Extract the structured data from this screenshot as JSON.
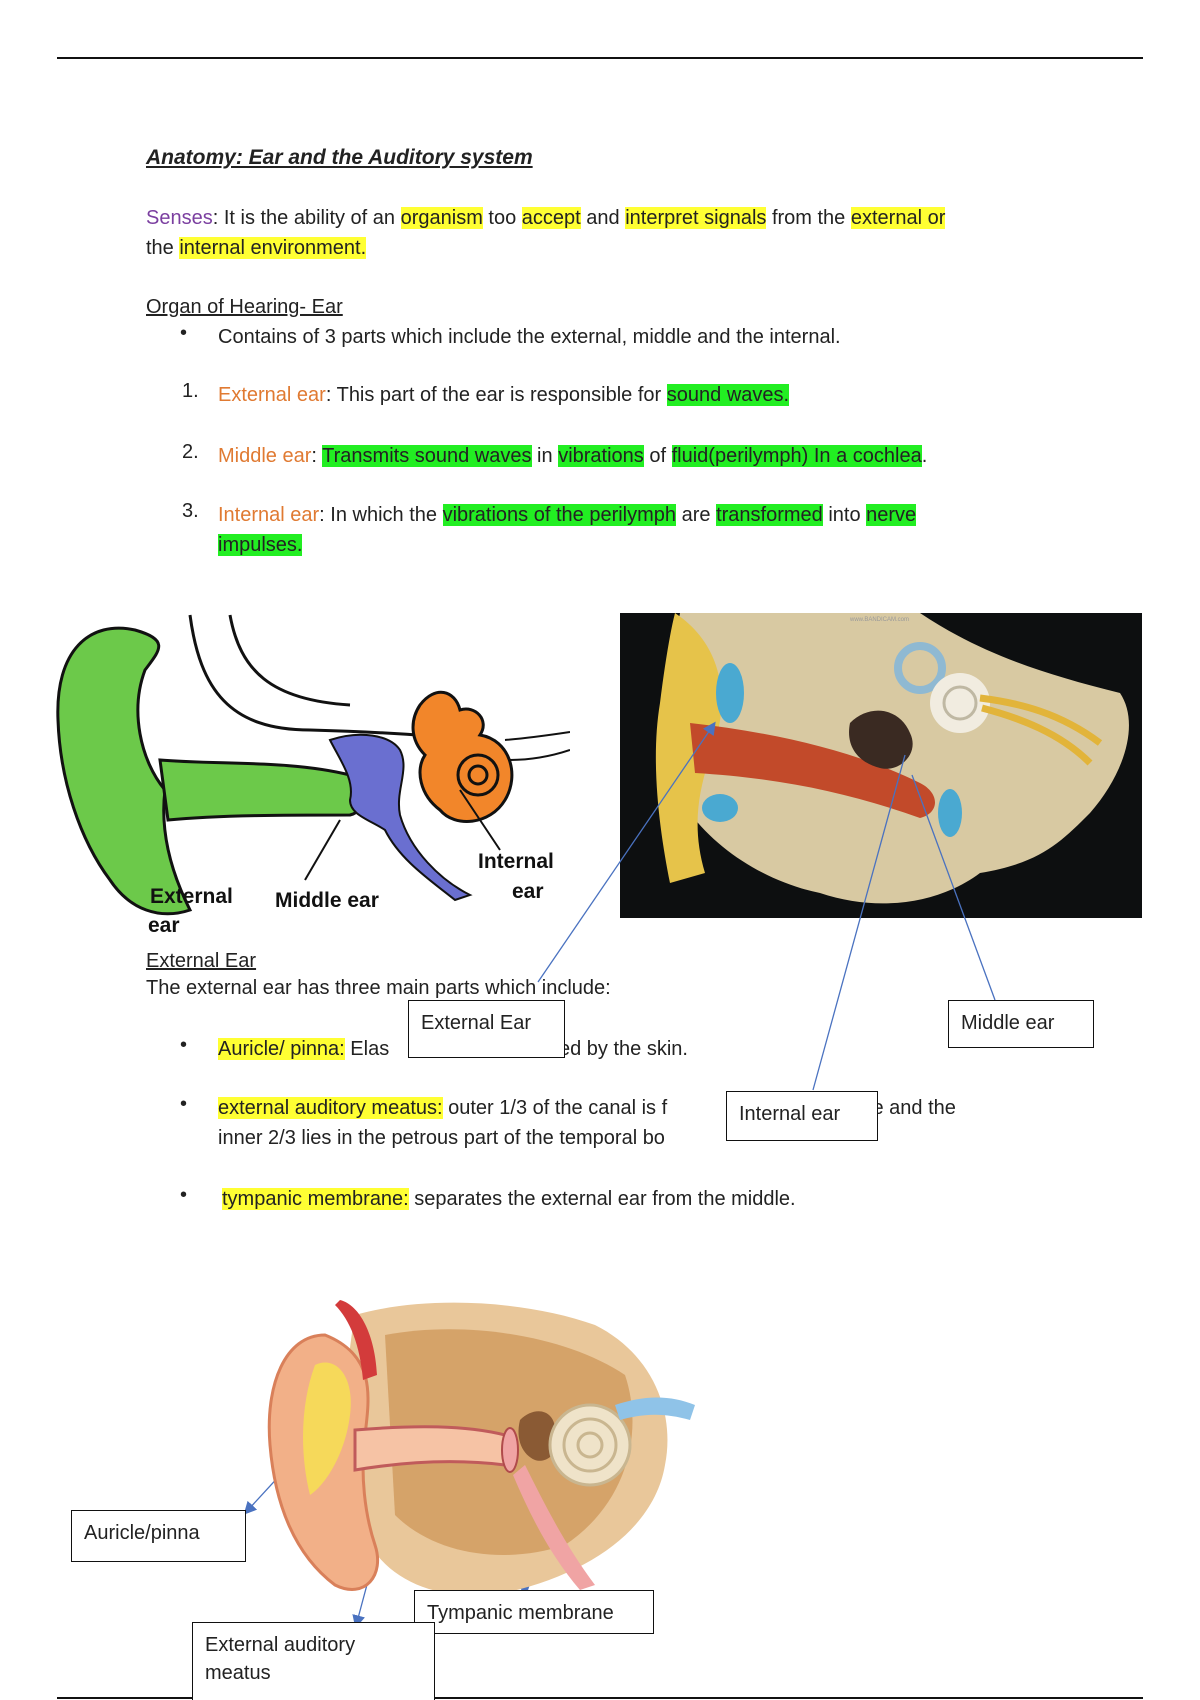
{
  "doc": {
    "title": "Anatomy: Ear and the Auditory system",
    "senses": {
      "term": "Senses",
      "t1": ": It is the ability of an ",
      "h1": "organism",
      "t2": " too ",
      "h2": "accept",
      "t3": " and ",
      "h3": "interpret signals",
      "t4": " from the ",
      "h4": "external or",
      "t5": "the ",
      "h5": "internal environment."
    },
    "organ_heading": "Organ of Hearing- Ear",
    "organ_bullet": "Contains of 3 parts which include the external, middle and the internal.",
    "parts": [
      {
        "num": "1.",
        "term": "External ear",
        "t1": ": This part of the ear is responsible for ",
        "h1": "sound waves."
      },
      {
        "num": "2.",
        "term": "Middle ear",
        "t1": ": ",
        "h1": "Transmits sound waves",
        "t2": " in ",
        "h2": "vibrations",
        "t3": " of ",
        "h3": "fluid(perilymph) In a cochlea",
        "t4": "."
      },
      {
        "num": "3.",
        "term": "Internal ear",
        "t1": ": In which the ",
        "h1": "vibrations of the perilymph",
        "t2": " are ",
        "h2": "transformed",
        "t3": " into ",
        "h3": "nerve",
        "h4": "impulses."
      }
    ],
    "diagram_labels": {
      "external_ear": "External",
      "external_ear_2": "ear",
      "middle_ear": "Middle ear",
      "internal_ear": "Internal",
      "internal_ear_2": "ear"
    },
    "external_heading": "External Ear",
    "external_intro": "The external ear has three main parts which include:",
    "external_bullets": [
      {
        "term": "Auricle/ pinna:",
        "text": " Elas",
        "text_tail": "ered by the skin."
      },
      {
        "term": "external auditory meatus:",
        "text": " outer 1/3 of the canal is f",
        "text_tail": "rtilage and the",
        "line2": "inner 2/3 lies in the petrous part of the temporal bo"
      },
      {
        "term": "tympanic membrane:",
        "text": " separates the external ear from the middle."
      }
    ],
    "callouts": {
      "external_ear": "External Ear",
      "middle_ear": "Middle ear",
      "internal_ear": "Internal ear",
      "auricle": "Auricle/pinna",
      "tympanic": "Tympanic membrane",
      "meatus_1": "External auditory",
      "meatus_2": "meatus"
    },
    "colors": {
      "highlight_yellow": "#ffff33",
      "highlight_green": "#22ee22",
      "term_purple": "#7b3fa0",
      "term_orange": "#e07a32"
    }
  }
}
